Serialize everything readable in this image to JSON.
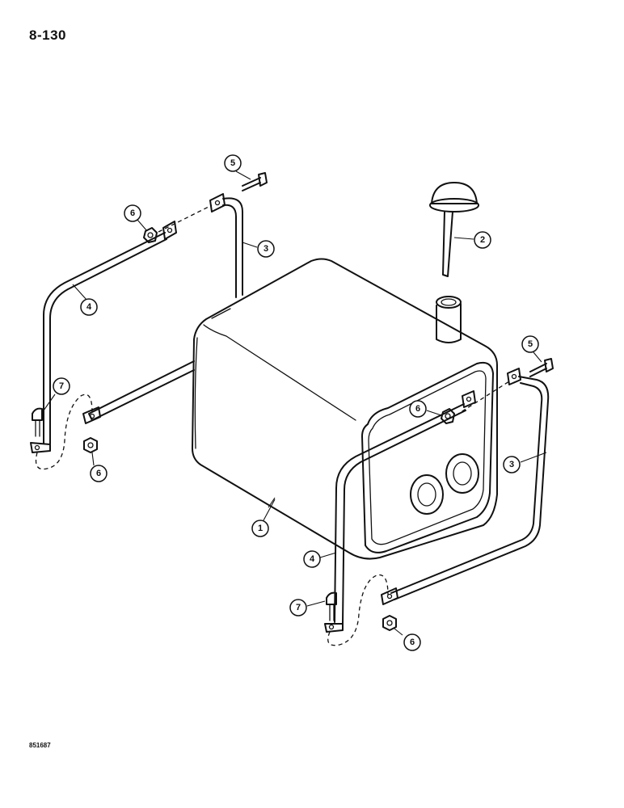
{
  "page": {
    "number": "8-130",
    "figure_code": "851687"
  },
  "callouts": [
    {
      "id": "c1",
      "label": "1",
      "part": "tank"
    },
    {
      "id": "c2",
      "label": "2",
      "part": "breather-dipstick"
    },
    {
      "id": "c3a",
      "label": "3",
      "part": "strap-rear-left"
    },
    {
      "id": "c3b",
      "label": "3",
      "part": "strap-rear-right"
    },
    {
      "id": "c4a",
      "label": "4",
      "part": "strap-front-left"
    },
    {
      "id": "c4b",
      "label": "4",
      "part": "strap-front-right"
    },
    {
      "id": "c5a",
      "label": "5",
      "part": "bolt-top-left"
    },
    {
      "id": "c5b",
      "label": "5",
      "part": "bolt-top-right"
    },
    {
      "id": "c6a",
      "label": "6",
      "part": "nut-top-left"
    },
    {
      "id": "c6b",
      "label": "6",
      "part": "nut-bottom-left"
    },
    {
      "id": "c6c",
      "label": "6",
      "part": "nut-top-right"
    },
    {
      "id": "c6d",
      "label": "6",
      "part": "nut-bottom-right"
    },
    {
      "id": "c7a",
      "label": "7",
      "part": "bolt-bottom-left"
    },
    {
      "id": "c7b",
      "label": "7",
      "part": "bolt-bottom-right"
    }
  ]
}
